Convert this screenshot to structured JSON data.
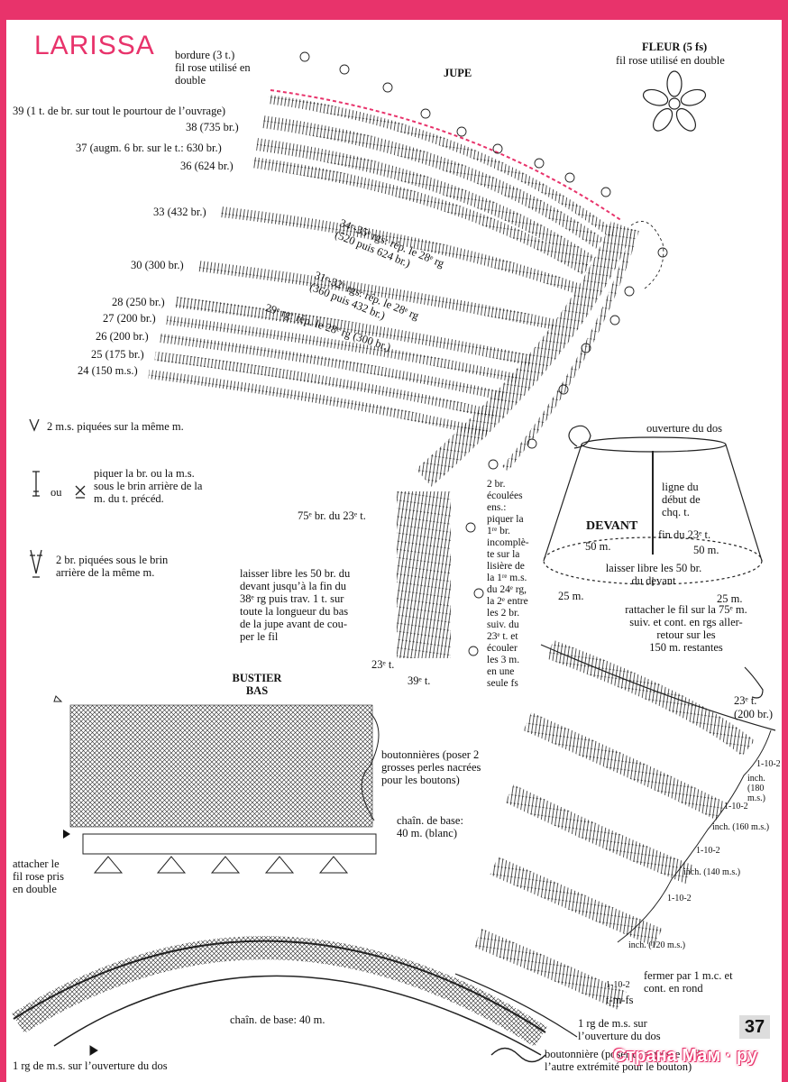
{
  "title": "LARISSA",
  "jupe": {
    "title": "JUPE",
    "bordure": "bordure (3 t.)\nfil rose utilisé en\ndouble",
    "row_labels": [
      "39 (1 t. de br. sur tout le pourtour de l’ouvrage)",
      "38 (735 br.)",
      "37 (augm. 6 br. sur le t.: 630 br.)",
      "36 (624 br.)",
      "33 (432 br.)",
      "30 (300 br.)",
      "28 (250 br.)",
      "27 (200 br.)",
      "26 (200 br.)",
      "25 (175 br.)",
      "24 (150 m.s.)"
    ],
    "notes": [
      "34ᵉ-35ᵉ rgs: rép. le 28ᵉ rg\n(520 puis 624 br.)",
      "31ᵉ-32ᵉ rgs: rép. le 28ᵉ rg\n(360 puis 432 br.)",
      "29ᵉ rg: rép. le 28ᵉ rg (300 br.)"
    ]
  },
  "fleur": {
    "title": "FLEUR (5 fs)",
    "subtitle": "fil rose utilisé en double"
  },
  "legend": {
    "v": "2 m.s. piquées sur la même m.",
    "ou": "ou",
    "piquer": "piquer la br. ou la m.s.\nsous le brin arrière de la\nm. du t. précéd.",
    "v2": "2 br. piquées sous le brin\narrière de la même m."
  },
  "center": {
    "br75": "75ᵉ br. du 23ᵉ t.",
    "laisser": "laisser libre les 50 br. du\ndevant jusqu’à la fin du\n38ᵉ rg puis trav. 1 t. sur\ntoute la longueur du bas\nde la jupe avant de cou-\nper le fil",
    "t23": "23ᵉ t.",
    "t39": "39ᵉ t.",
    "ecoulees": "2 br.\nécoulées\nens.:\npiquer la\n1ʳᵉ br.\nincomplè-\nte sur la\nlisière de\nla 1ʳᵉ m.s.\ndu 24ᵉ rg,\nla 2ᵉ entre\nles 2 br.\nsuiv. du\n23ᵉ t. et\nécouler\nles 3 m.\nen une\nseule fs"
  },
  "devant": {
    "ouverture": "ouverture du dos",
    "ligne": "ligne du\ndébut de\nchq. t.",
    "title": "DEVANT",
    "fin": "fin du 23ᵉ t.",
    "m50": "50 m.",
    "laisser": "laisser libre les 50 br.\ndu devant",
    "m25": "25 m.",
    "rattacher": "rattacher le fil sur la 75ᵉ m.\nsuiv. et cont. en rgs aller-\nretour sur les\n150 m. restantes"
  },
  "bustier": {
    "title": "BUSTIER\nBAS",
    "boutonnieres": "boutonnières (poser 2\ngrosses perles nacrées\npour les boutons)",
    "chain": "chaîn. de base:\n40 m. (blanc)",
    "attacher": "attacher le\nfil rose pris\nen double"
  },
  "bottom": {
    "chain": "chaîn. de base: 40 m.",
    "rg_dos": "1 rg de m.s. sur l’ouverture du dos",
    "rg_dos2": "1 rg de m.s. sur\nl’ouverture du dos",
    "boutonniere": "boutonnière (poser une grosse perle à\nl’autre extrémité pour le bouton)"
  },
  "right": {
    "t23": "23ᵉ t.",
    "br200": "(200 br.)",
    "inc": [
      "1-10-2",
      "1-10-2",
      "1-10-2",
      "1-10-2",
      "1-10-2"
    ],
    "inch": [
      "inch.\n(180\nm.s.)",
      "inch. (160 m.s.)",
      "inch. (140 m.s.)",
      "inch. (120 m.s.)"
    ],
    "fermer": "fermer par 1 m.c. et\ncont. en rond",
    "tmfs": "t-m-fs"
  },
  "page_number": "37",
  "watermark": "Страна Мам · ру"
}
